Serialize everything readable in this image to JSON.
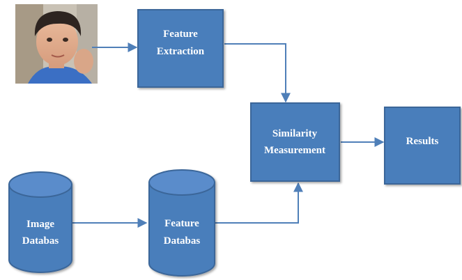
{
  "diagram": {
    "nodes": {
      "feature_extraction": {
        "line1": "Feature",
        "line2": "Extraction"
      },
      "similarity": {
        "line1": "Similarity",
        "line2": "Measurement"
      },
      "results": {
        "label": "Results"
      },
      "image_db": {
        "line1": "Image",
        "line2": "Databas"
      },
      "feature_db": {
        "line1": "Feature",
        "line2": "Databas"
      }
    },
    "photo": {
      "icon": "child-portrait-photo"
    },
    "colors": {
      "box_fill": "#4a7ebb",
      "box_stroke": "#3a6699",
      "edge": "#4f7fb8",
      "label": "#ffffff"
    }
  }
}
